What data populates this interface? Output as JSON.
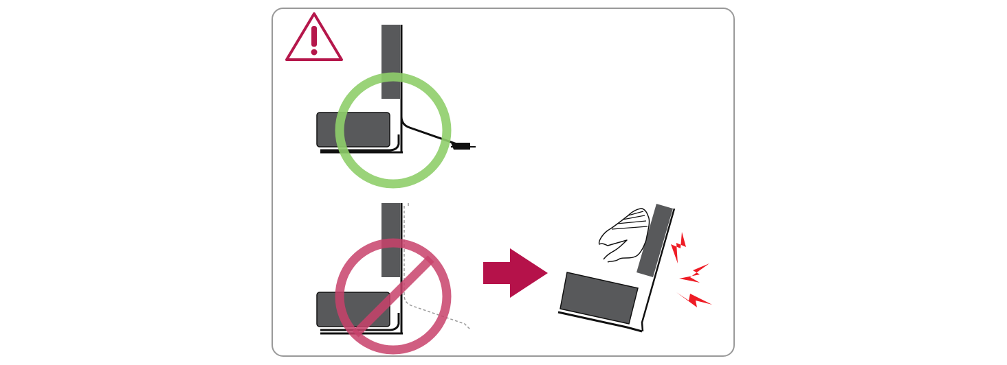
{
  "colors": {
    "frame": "#999999",
    "warning": "#b5174b",
    "ok_circle": "#8fce6a",
    "prohibited": "#c8426b",
    "arrow": "#b5124a",
    "device": "#58595b",
    "line": "#111111",
    "impact": "#ee1c25",
    "dashed": "#999999"
  },
  "icons": {
    "warning": "warning-triangle-icon",
    "ok": "correct-circle-icon",
    "prohibited": "prohibited-icon",
    "arrow": "right-arrow-icon",
    "hand": "hand-push-icon",
    "impact": "impact-burst-icon"
  },
  "scenes": [
    {
      "id": "correct-placement",
      "status": "correct"
    },
    {
      "id": "incorrect-placement",
      "status": "prohibited"
    },
    {
      "id": "consequence",
      "status": "falls-over"
    }
  ]
}
